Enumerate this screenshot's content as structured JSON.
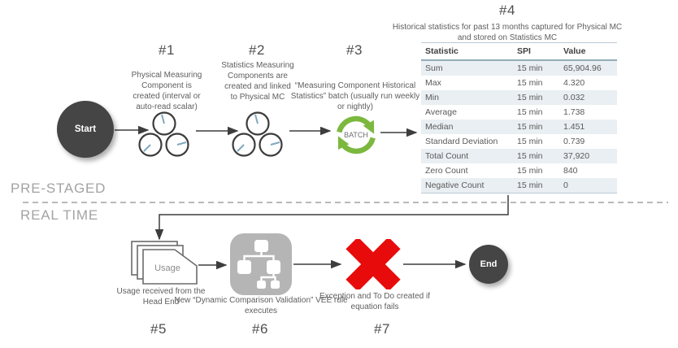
{
  "sections": {
    "pre_staged": "PRE-STAGED",
    "real_time": "REAL TIME"
  },
  "nodes": {
    "start": "Start",
    "end": "End"
  },
  "steps": [
    {
      "id": "#1",
      "caption": "Physical Measuring Component is created (interval or auto-read scalar)"
    },
    {
      "id": "#2",
      "caption": "Statistics Measuring Components are created and linked to Physical MC"
    },
    {
      "id": "#3",
      "caption": "“Measuring Component Historical Statistics” batch (usually run weekly or nightly)"
    },
    {
      "id": "#4",
      "caption": "Historical statistics for past 13 months captured for Physical MC and stored on Statistics MC"
    },
    {
      "id": "#5",
      "caption": "Usage received from the Head End"
    },
    {
      "id": "#6",
      "caption": "New “Dynamic Comparison Validation” VEE rule executes"
    },
    {
      "id": "#7",
      "caption": "Exception and To Do created if equation fails"
    }
  ],
  "icons": {
    "batch_label": "BATCH",
    "usage_label": "Usage"
  },
  "table": {
    "columns": [
      "Statistic",
      "SPI",
      "Value"
    ],
    "rows": [
      [
        "Sum",
        "15 min",
        "65,904.96"
      ],
      [
        "Max",
        "15 min",
        "4.320"
      ],
      [
        "Min",
        "15 min",
        "0.032"
      ],
      [
        "Average",
        "15 min",
        "1.738"
      ],
      [
        "Median",
        "15 min",
        "1.451"
      ],
      [
        "Standard Deviation",
        "15 min",
        "0.739"
      ],
      [
        "Total Count",
        "15 min",
        "37,920"
      ],
      [
        "Zero Count",
        "15 min",
        "840"
      ],
      [
        "Negative Count",
        "15 min",
        "0"
      ]
    ]
  },
  "colors": {
    "node_dark": "#454545",
    "arrow": "#3d3d3d",
    "batch_green": "#7cb83e",
    "error_red": "#e80b0b",
    "table_alt_row": "#e9eff2",
    "needle_blue": "#7fa8c0",
    "section_gray": "#a3a3a3"
  }
}
